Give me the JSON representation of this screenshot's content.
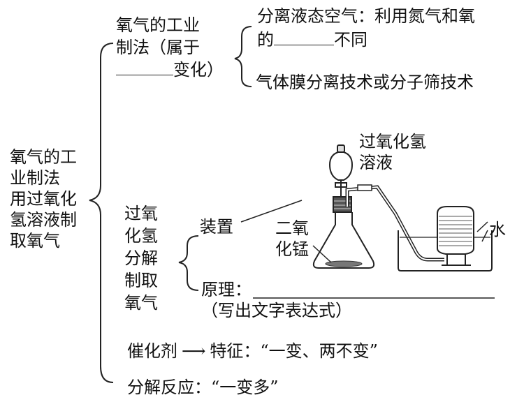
{
  "root": {
    "lines": [
      "氧气的工",
      "业制法",
      "用过氧化",
      "氢溶液制",
      "取氧气"
    ]
  },
  "industrial": {
    "title_lines": [
      "氧气的工业",
      "制法（属于"
    ],
    "suffix": "变化）",
    "method1": {
      "line1": "分离液态空气：利用氮气和氧",
      "prefix": "的",
      "suffix": "不同"
    },
    "method2": "气体膜分离技术或分子筛技术"
  },
  "h2o2": {
    "title_lines": [
      "过氧",
      "化氢",
      "分解",
      "制取",
      "氧气"
    ],
    "device_label": "装置",
    "principle_label": "原理：",
    "principle_note": "（写出文字表达式）",
    "apparatus": {
      "funnel_label_lines": [
        "过氧化氢",
        "溶液"
      ],
      "mno2_label_lines": [
        "二氧",
        "化锰"
      ],
      "water_label": "水"
    }
  },
  "catalyst": {
    "label": "催化剂",
    "arrow": "⟶",
    "feature": "特征：“一变、两不变”"
  },
  "decomposition": {
    "label": "分解反应：“一变多”"
  }
}
